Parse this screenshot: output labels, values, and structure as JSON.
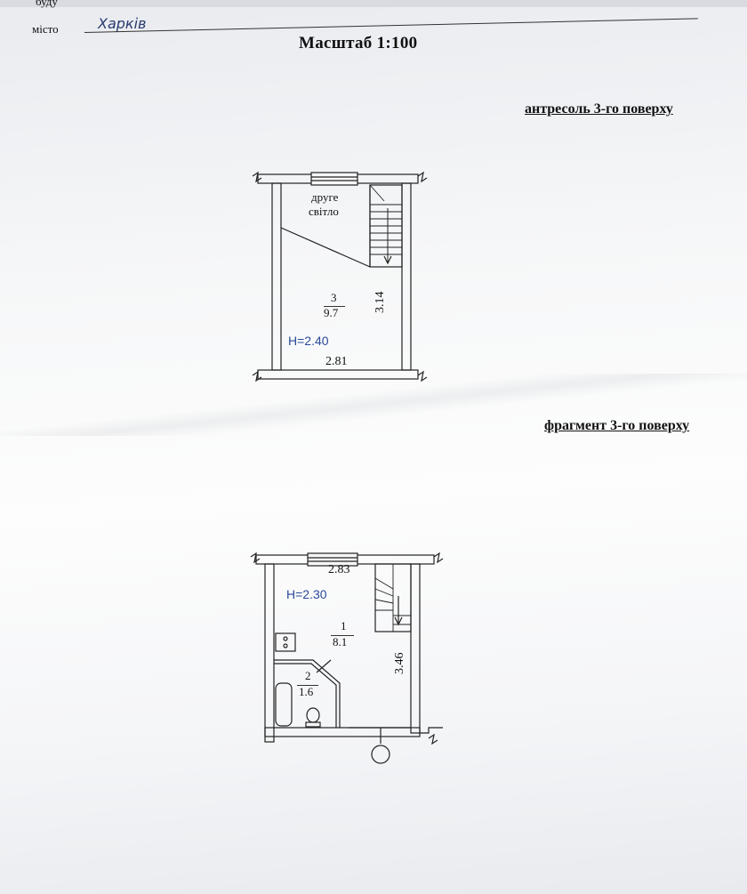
{
  "header": {
    "top_label": "буду",
    "city_label": "місто",
    "city_value": "Харків",
    "scale": "Масштаб 1:100"
  },
  "upper_plan": {
    "section_title": "антресоль 3-го поверху",
    "room_note_line1": "друге",
    "room_note_line2": "світло",
    "room_number": "3",
    "room_area": "9.7",
    "height": "H=2.40",
    "width_dim": "2.81",
    "depth_dim": "3.14"
  },
  "lower_plan": {
    "section_title": "фрагмент 3-го поверху",
    "width_dim": "2.83",
    "height": "H=2.30",
    "room1_number": "1",
    "room1_area": "8.1",
    "room2_number": "2",
    "room2_area": "1.6",
    "depth_dim": "3.46"
  }
}
